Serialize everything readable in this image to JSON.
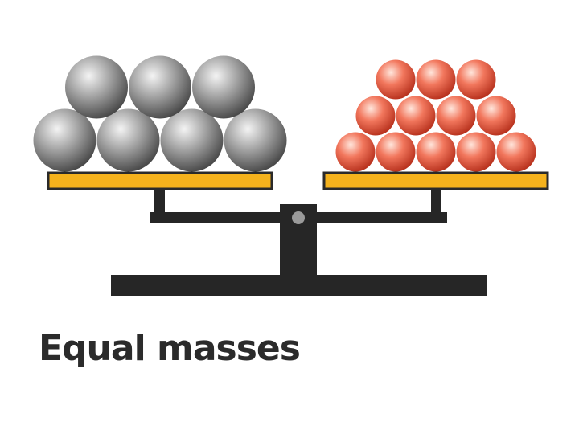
{
  "caption": "Equal masses",
  "colors": {
    "background": "#ffffff",
    "frame": "#262626",
    "pan_fill": "#f5b21c",
    "pan_border": "#2a2a2a",
    "pivot": "#9a9a9a",
    "caption": "#2b2b2b",
    "large_ball_light": "#f4f4f4",
    "large_ball_mid": "#a8a8a8",
    "large_ball_dark": "#4a4a4a",
    "small_ball_light": "#ffe6dc",
    "small_ball_mid": "#f2775d",
    "small_ball_dark": "#b8321e"
  },
  "left_pan": {
    "ball_kind": "large-gray-ball",
    "rows": [
      4,
      3
    ]
  },
  "right_pan": {
    "ball_kind": "small-red-ball",
    "rows": [
      5,
      4,
      3
    ]
  }
}
